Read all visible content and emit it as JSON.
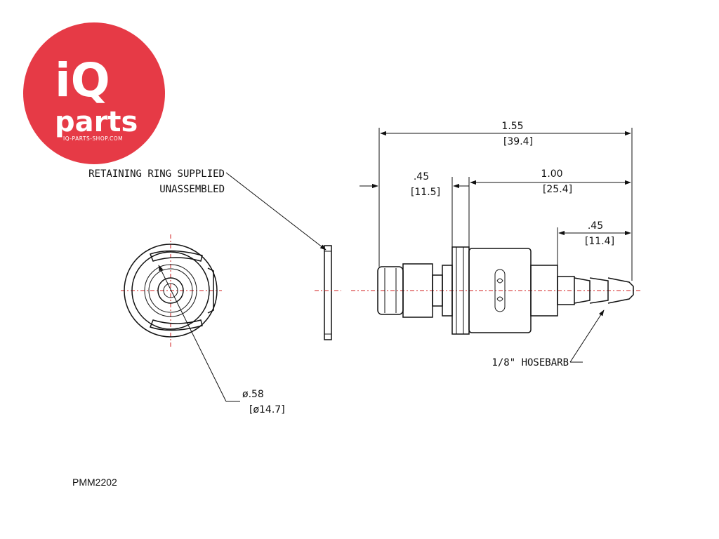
{
  "logo": {
    "line1": "iQ",
    "line2": "parts",
    "tagline": "IQ-PARTS-SHOP.COM",
    "color": "#e63a46"
  },
  "callouts": {
    "retaining_ring_line1": "RETAINING RING SUPPLIED",
    "retaining_ring_line2": "UNASSEMBLED",
    "hosebarb": "1/8\" HOSEBARB"
  },
  "dimensions": {
    "overall_in": "1.55",
    "overall_mm": "[39.4]",
    "body_in": "1.00",
    "body_mm": "[25.4]",
    "front_in": ".45",
    "front_mm": "[11.5]",
    "barb_in": ".45",
    "barb_mm": "[11.4]",
    "diameter_in": "ø.58",
    "diameter_mm": "[ø14.7]"
  },
  "part_number": "PMM2202",
  "colors": {
    "centerline": "#d21e1e",
    "linework": "#111111"
  }
}
